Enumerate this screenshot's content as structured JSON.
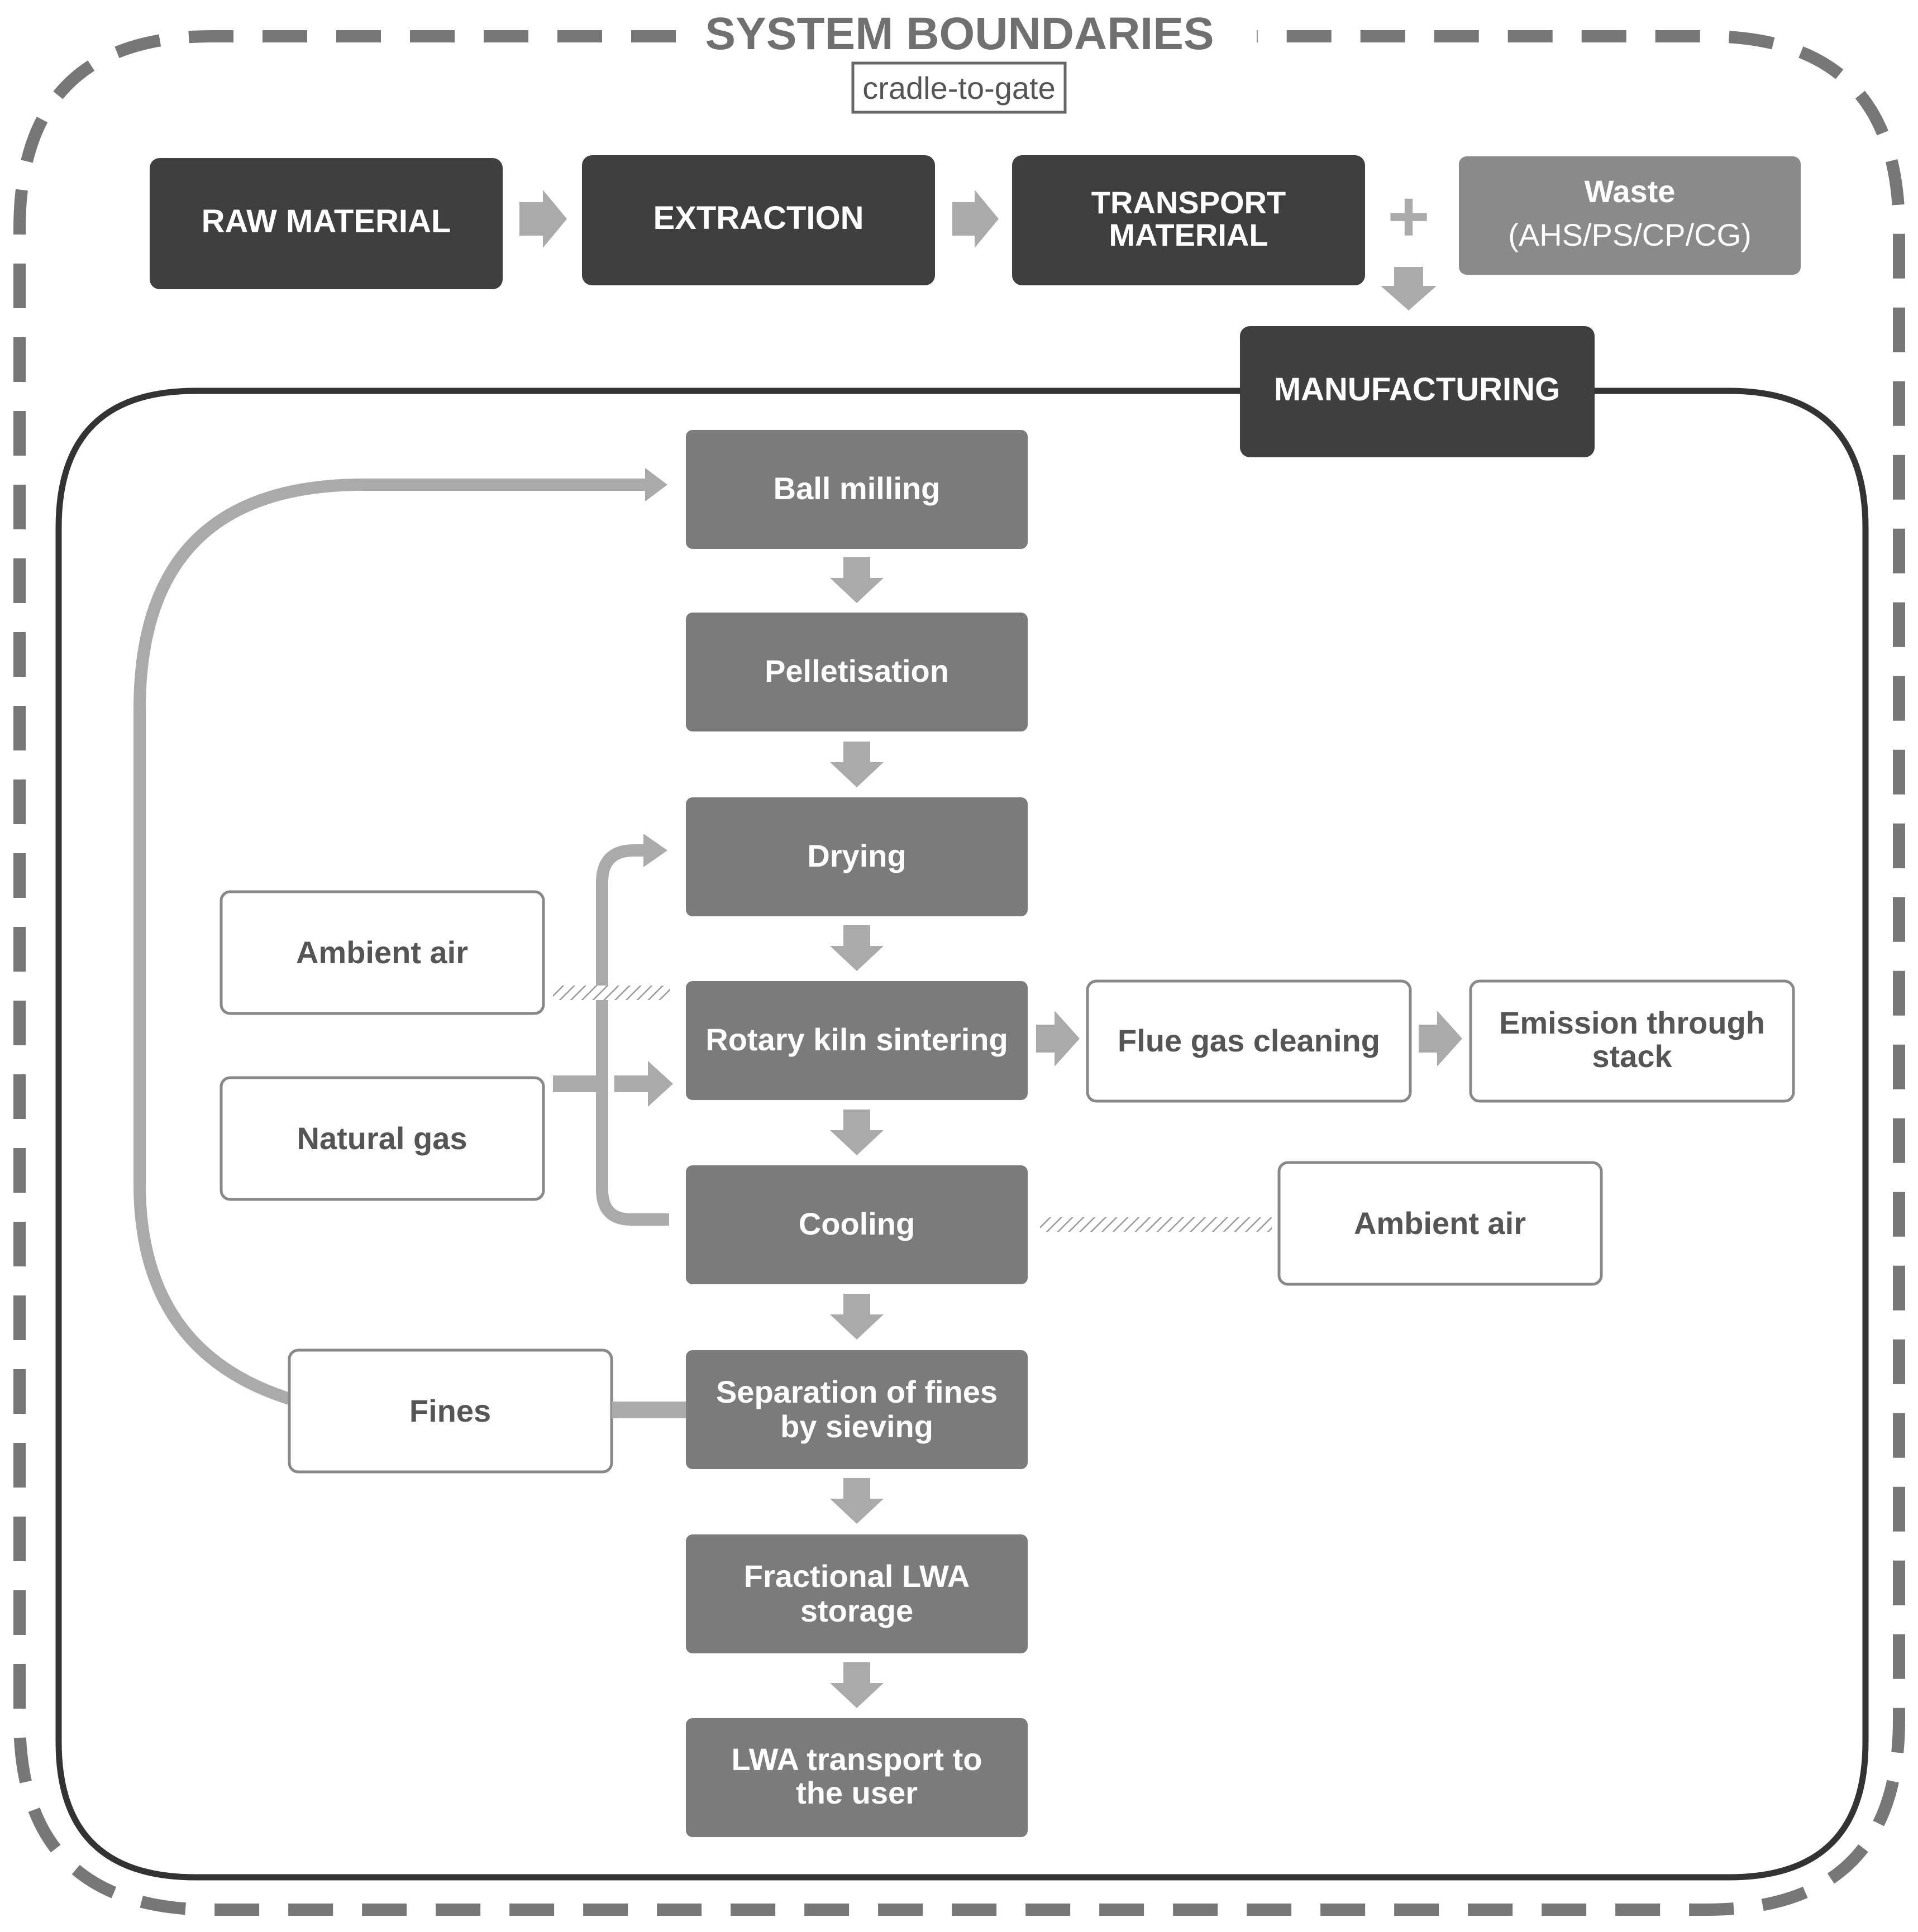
{
  "header": {
    "title": "SYSTEM BOUNDARIES",
    "subtitle": "cradle-to-gate"
  },
  "top_row": {
    "raw_material": "RAW MATERIAL",
    "extraction": "EXTRACTION",
    "transport_line1": "TRANSPORT",
    "transport_line2": "MATERIAL",
    "plus_symbol": "+",
    "waste_line1": "Waste",
    "waste_line2": "(AHS/PS/CP/CG)"
  },
  "manufacturing": {
    "label": "MANUFACTURING"
  },
  "process": {
    "ball_milling": "Ball milling",
    "pelletisation": "Pelletisation",
    "drying": "Drying",
    "rotary_kiln": "Rotary kiln sintering",
    "cooling": "Cooling",
    "separation_line1": "Separation of fines",
    "separation_line2": "by sieving",
    "storage_line1": "Fractional LWA",
    "storage_line2": "storage",
    "transport_line1": "LWA transport to",
    "transport_line2": "the user"
  },
  "inputs": {
    "ambient_air_left": "Ambient air",
    "natural_gas": "Natural gas",
    "fines": "Fines",
    "ambient_air_right": "Ambient air"
  },
  "outputs": {
    "flue_gas_cleaning": "Flue gas cleaning",
    "emission_line1": "Emission through",
    "emission_line2": "stack"
  },
  "colors": {
    "dark_box": "#3f3f3f",
    "mid_box": "#7b7b7b",
    "waste_box": "#8a8a8a",
    "arrow": "#aaaaaa",
    "boundary_dash": "#777777",
    "manufacturing_border": "#333333",
    "white_box_border": "#888888",
    "white_box_text": "#555555"
  }
}
